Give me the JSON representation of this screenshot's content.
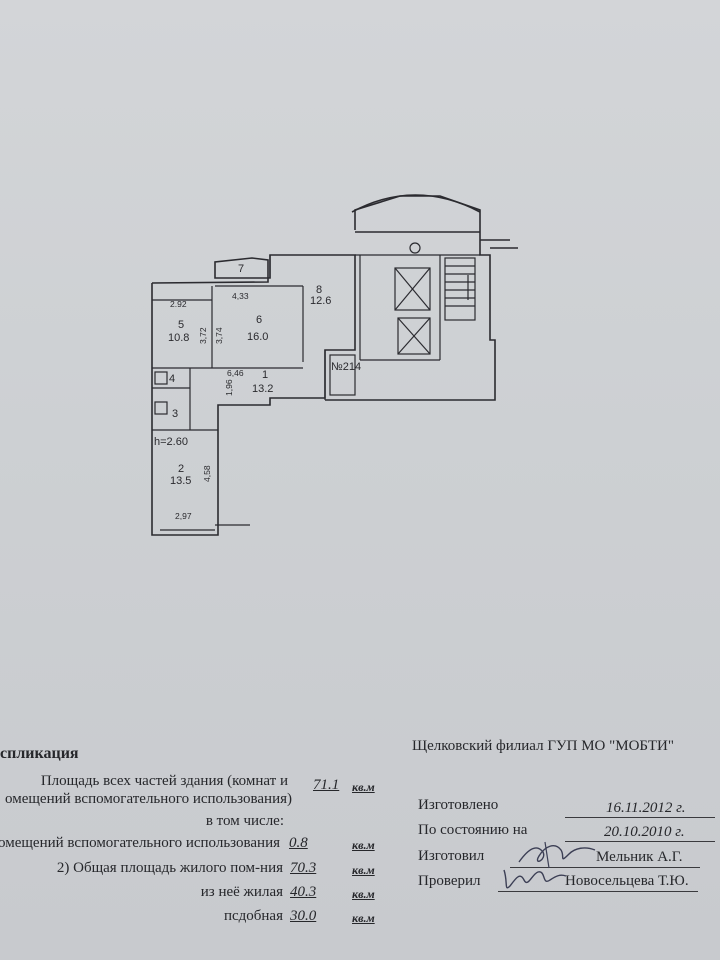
{
  "floorplan": {
    "apartment_number": "№214",
    "ceiling_height": "h=2.60",
    "rooms": [
      {
        "num": "1",
        "area": "13.2"
      },
      {
        "num": "2",
        "area": "13.5"
      },
      {
        "num": "3",
        "area": ""
      },
      {
        "num": "4",
        "area": ""
      },
      {
        "num": "5",
        "area": "10.8"
      },
      {
        "num": "6",
        "area": "16.0"
      },
      {
        "num": "7",
        "area": ""
      },
      {
        "num": "8",
        "area": "12.6"
      }
    ],
    "dims": {
      "d292": "2.92",
      "d433": "4,33",
      "d372": "3,72",
      "d374": "3,74",
      "d646": "6,46",
      "d196": "1,96",
      "d458": "4,58",
      "d297": "2,97"
    }
  },
  "explication": {
    "title": "спликация",
    "line1a": "Площадь всех частей здания (комнат и",
    "line1b": "омещений вспомогательного использования)",
    "total_value": "71.1",
    "line2": "в том числе:",
    "line3": "омещений вспомогательного использования",
    "aux_value": "0.8",
    "line4": "2) Общая площадь жилого пом-ния",
    "total_living_value": "70.3",
    "line5": "из неё жилая",
    "living_value": "40.3",
    "line6": "пс­добная",
    "aux_room_value": "30.0",
    "unit": "кв.м"
  },
  "organization": {
    "name": "Щелковский филиал ГУП МО \"МОБТИ\"",
    "made_label": "Изготовлено",
    "made_date": "16.11.2012 г.",
    "state_label": "По состоянию на",
    "state_date": "20.10.2010 г.",
    "made_by_label": "Изготовил",
    "made_by": "Мельник А.Г.",
    "checked_label": "Проверил",
    "checked_by": "Новосельцева Т.Ю."
  }
}
